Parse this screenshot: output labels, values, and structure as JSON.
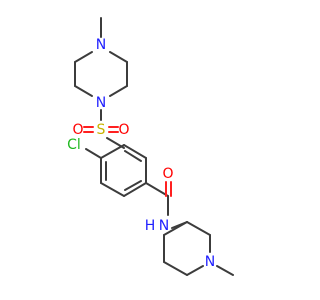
{
  "molecule": {
    "atoms": {
      "n_piperazine_top": "N",
      "n_piperazine_bottom": "N",
      "sulfur": "S",
      "o_left": "O",
      "o_right": "O",
      "chlorine": "Cl",
      "o_carbonyl": "O",
      "n_amide": "N",
      "h_amide": "H",
      "n_piperidine": "N"
    },
    "colors": {
      "carbon": "#3c3c3c",
      "nitrogen": "#2020ff",
      "oxygen": "#ff0000",
      "sulfur": "#c8b400",
      "chlorine": "#1fb81f"
    }
  }
}
